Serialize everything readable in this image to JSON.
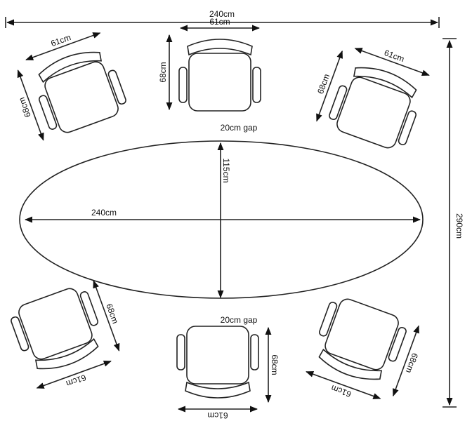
{
  "overall_width_label": "240cm",
  "overall_depth_label": "290cm",
  "table": {
    "length_label": "240cm",
    "width_label": "115cm"
  },
  "gap_top_label": "20cm gap",
  "gap_bottom_label": "20cm gap",
  "chair": {
    "width_label": "61cm",
    "depth_label": "68cm"
  },
  "chairs": [
    {
      "name": "top-left",
      "rotation_deg": -20
    },
    {
      "name": "top-center",
      "rotation_deg": 0
    },
    {
      "name": "top-right",
      "rotation_deg": 20
    },
    {
      "name": "bottom-left",
      "rotation_deg": 160
    },
    {
      "name": "bottom-center",
      "rotation_deg": 180
    },
    {
      "name": "bottom-right",
      "rotation_deg": 200
    }
  ]
}
